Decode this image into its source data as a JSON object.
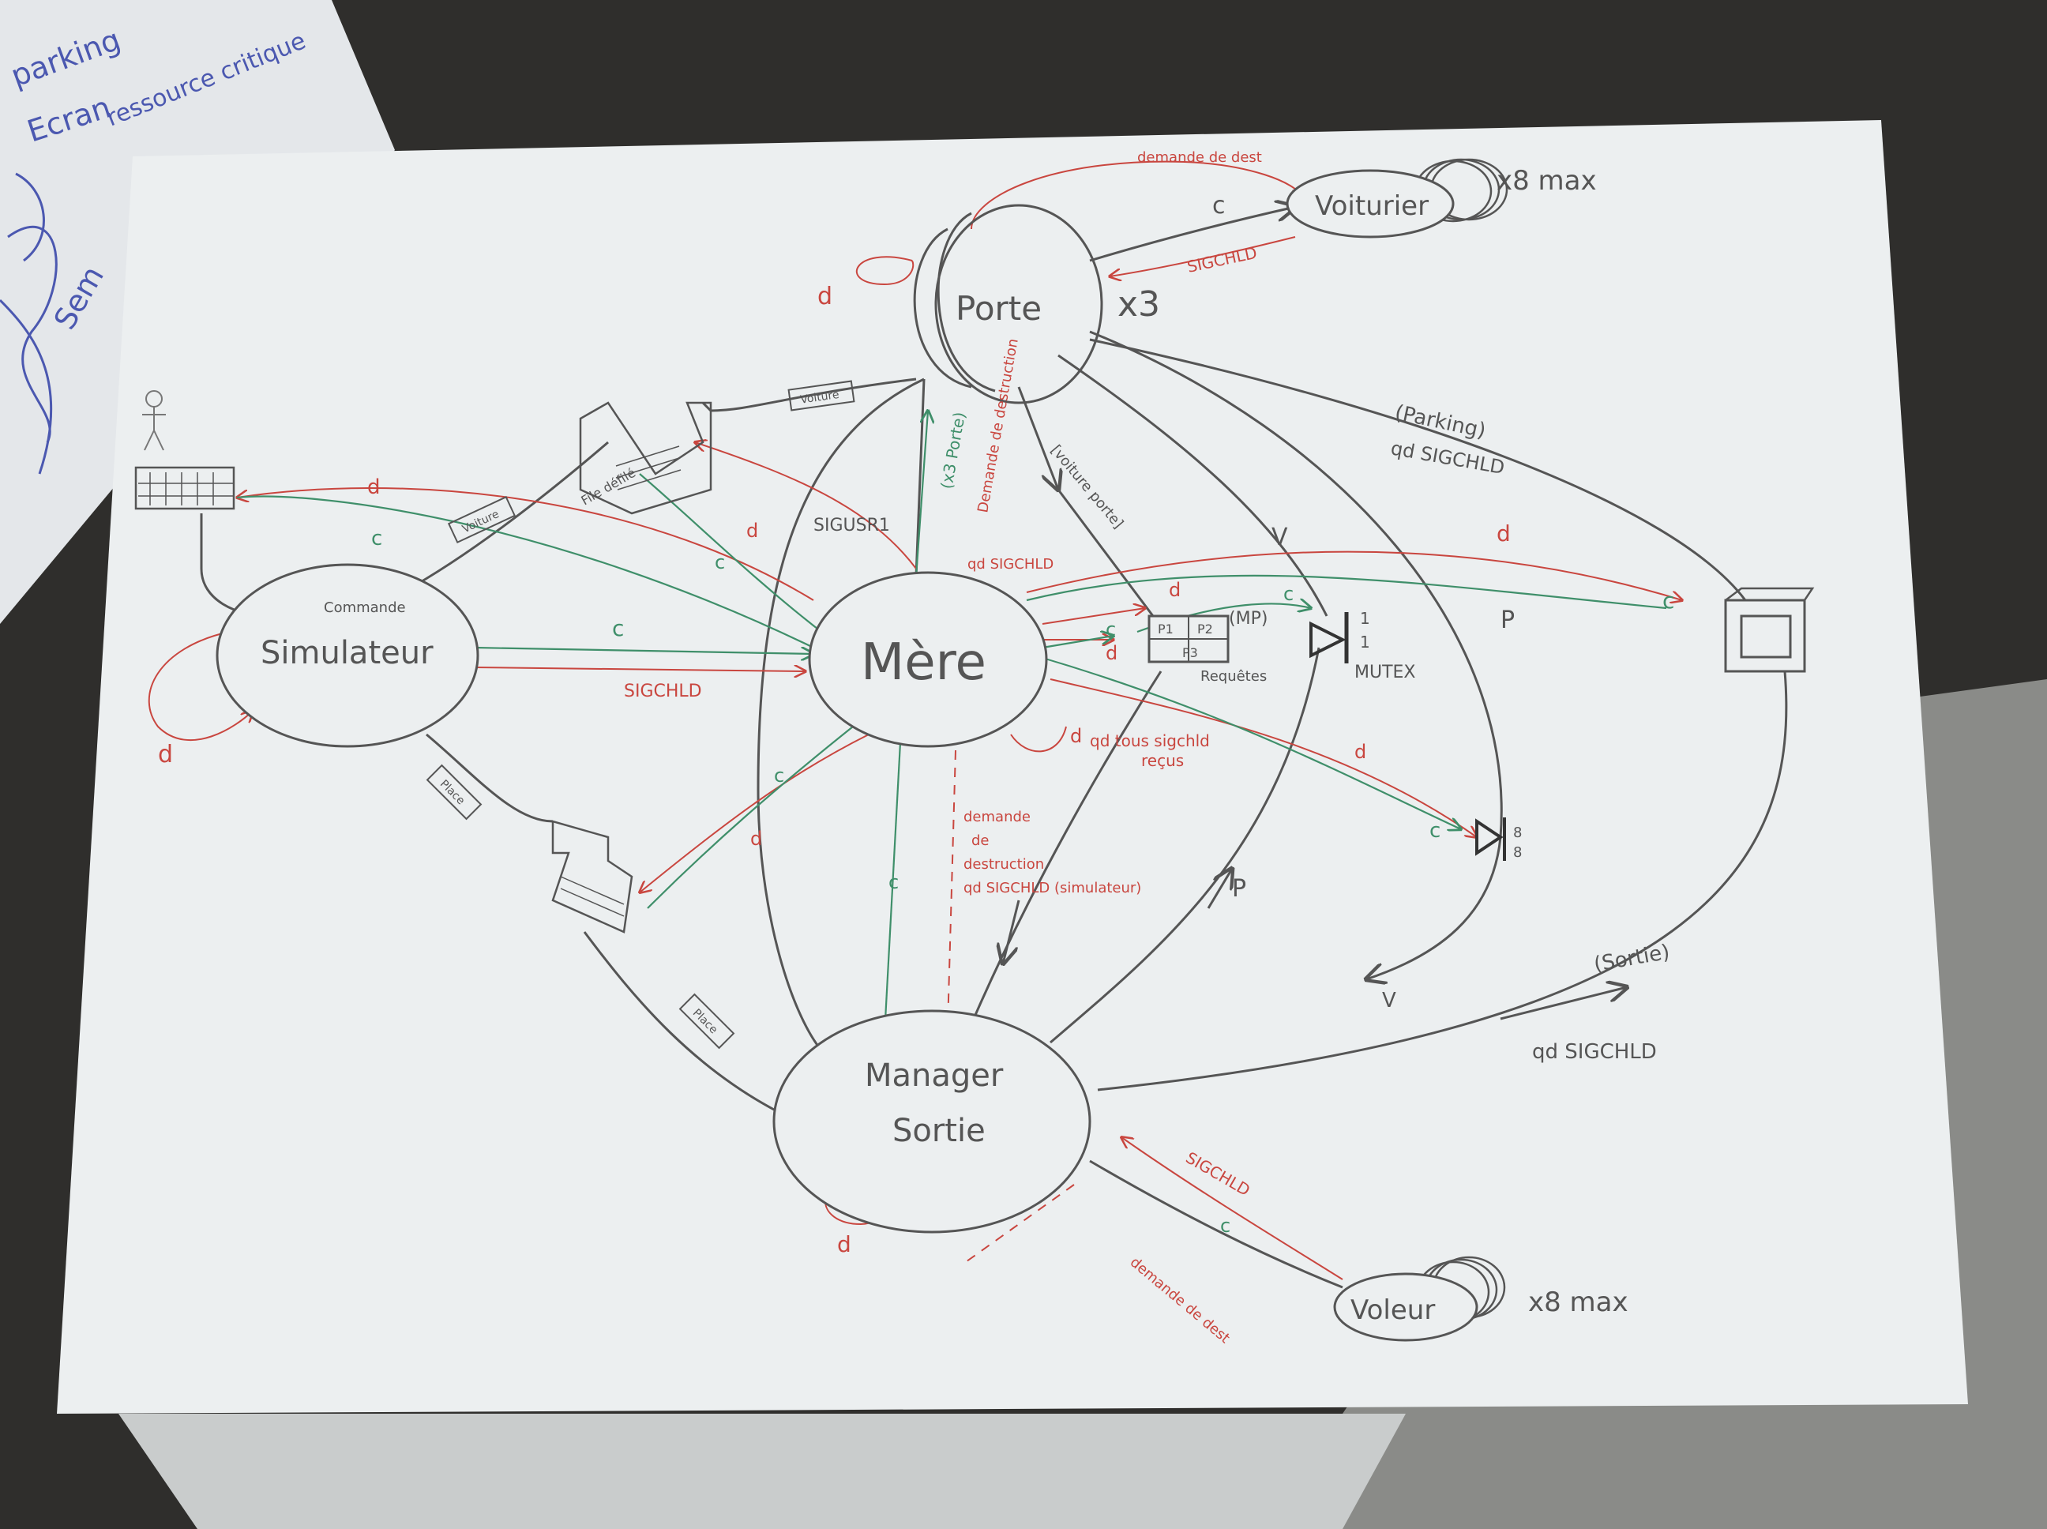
{
  "colors": {
    "background": "#2f2e2c",
    "paper": "#eceff0",
    "pencil": "#555555",
    "red_pen": "#c9463f",
    "green_pen": "#3f8f6a"
  },
  "nodes": {
    "porte": "Porte",
    "mere": "Mère",
    "simulateur": "Simulateur",
    "manager_sortie_line1": "Manager",
    "manager_sortie_line2": "Sortie",
    "voiturier": "Voiturier",
    "voleur": "Voleur"
  },
  "multiplicities": {
    "porte": "x3",
    "voiturier": "x8 max",
    "voleur": "x8 max"
  },
  "labels": {
    "demande_de_dest": "demande de dest",
    "c": "c",
    "d": "d",
    "v": "V",
    "p": "P",
    "sigchld": "SIGCHLD",
    "sigusr1": "SIGUSR1",
    "x3_porte": "(x3 Porte)",
    "demande_destruction_porte": "Demande de destruction",
    "qd_sigchld": "qd SIGCHLD",
    "voiture_porte": "[voiture porte]",
    "parking": "(Parking)",
    "parking_qd_sigchld": "qd SIGCHLD",
    "sortie": "(Sortie)",
    "sortie_qd_sigchld": "qd SIGCHLD",
    "mutex": "MUTEX",
    "requetes": "Requêtes",
    "mp": "(MP)",
    "qd_tous_sigchld": "qd tous sigchld",
    "recus": "reçus",
    "demande": "demande",
    "de": "de",
    "destruction": "destruction",
    "qd_sigchld_simulateur": "qd SIGCHLD (simulateur)",
    "commande": "Commande",
    "voiture_tag": "Voiture",
    "voiture_tag2": "Voiture",
    "place_tag": "Place",
    "place_tag2": "Place",
    "file_defile": "File défilé",
    "demande_de_dest_bottom": "demande de dest",
    "req_p1": "P1",
    "req_p2": "P2",
    "req_p3": "P3",
    "sem_1": "1",
    "sem_2": "1",
    "sem_3": "8",
    "sem_4": "8"
  },
  "background_notes": {
    "line1": "parking",
    "line2": "Ecran",
    "line3": "ressource critique",
    "line4": "Sem"
  }
}
